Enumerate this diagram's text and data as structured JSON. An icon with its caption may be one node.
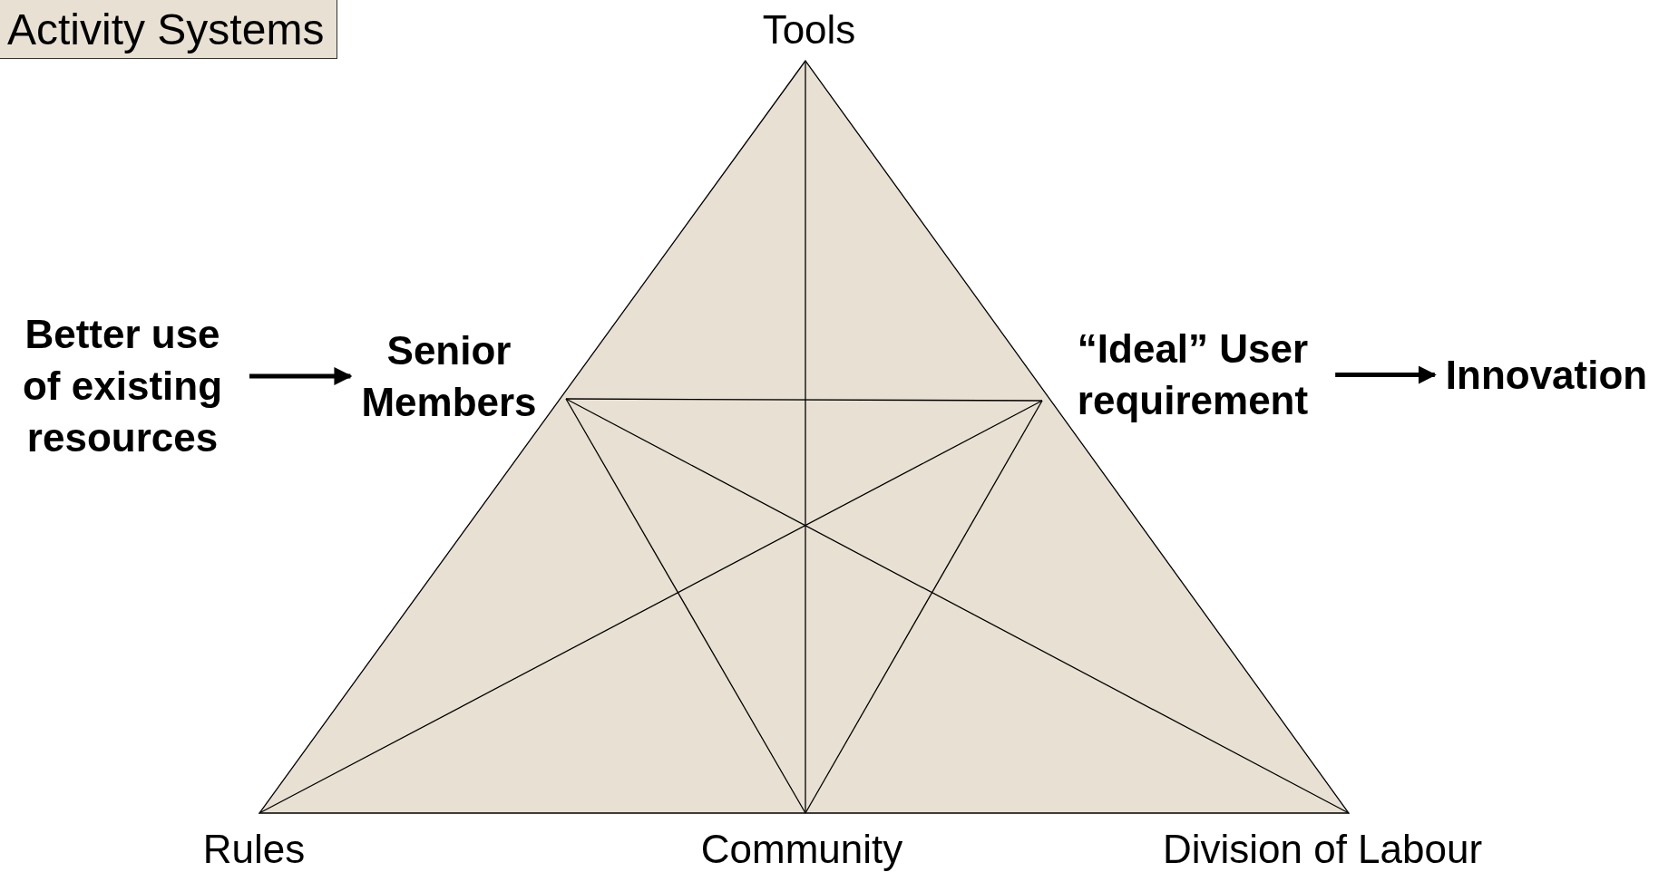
{
  "diagram": {
    "title": "Activity Systems",
    "nodes": [
      {
        "text": [
          "Better use of existing resources"
        ]
      },
      {
        "text": [
          "Senior Members"
        ]
      },
      {
        "text": [
          "“Ideal” User requirement"
        ]
      },
      {
        "text": [
          "Innovation"
        ]
      }
    ],
    "edges": [
      {
        "from": 0,
        "to": 1,
        "arrow": "to"
      },
      {
        "from": 2,
        "to": 3,
        "arrow": "to"
      }
    ],
    "labels": [
      "Tools",
      "Rules",
      "Community",
      "Division of Labour"
    ]
  }
}
